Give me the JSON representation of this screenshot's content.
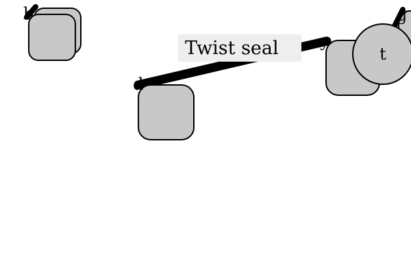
{
  "diagram": {
    "label": {
      "text": "Twist seal"
    },
    "nodes": {
      "top_left": {
        "label": "b"
      },
      "middle": {
        "label": "d"
      },
      "right": {
        "label": "y"
      },
      "circle": {
        "label": "t"
      },
      "far_right": {
        "label": "g"
      }
    },
    "colors": {
      "node_fill": "#c8c8c8",
      "label_bg": "#eeeeee",
      "stroke": "#000000"
    }
  }
}
